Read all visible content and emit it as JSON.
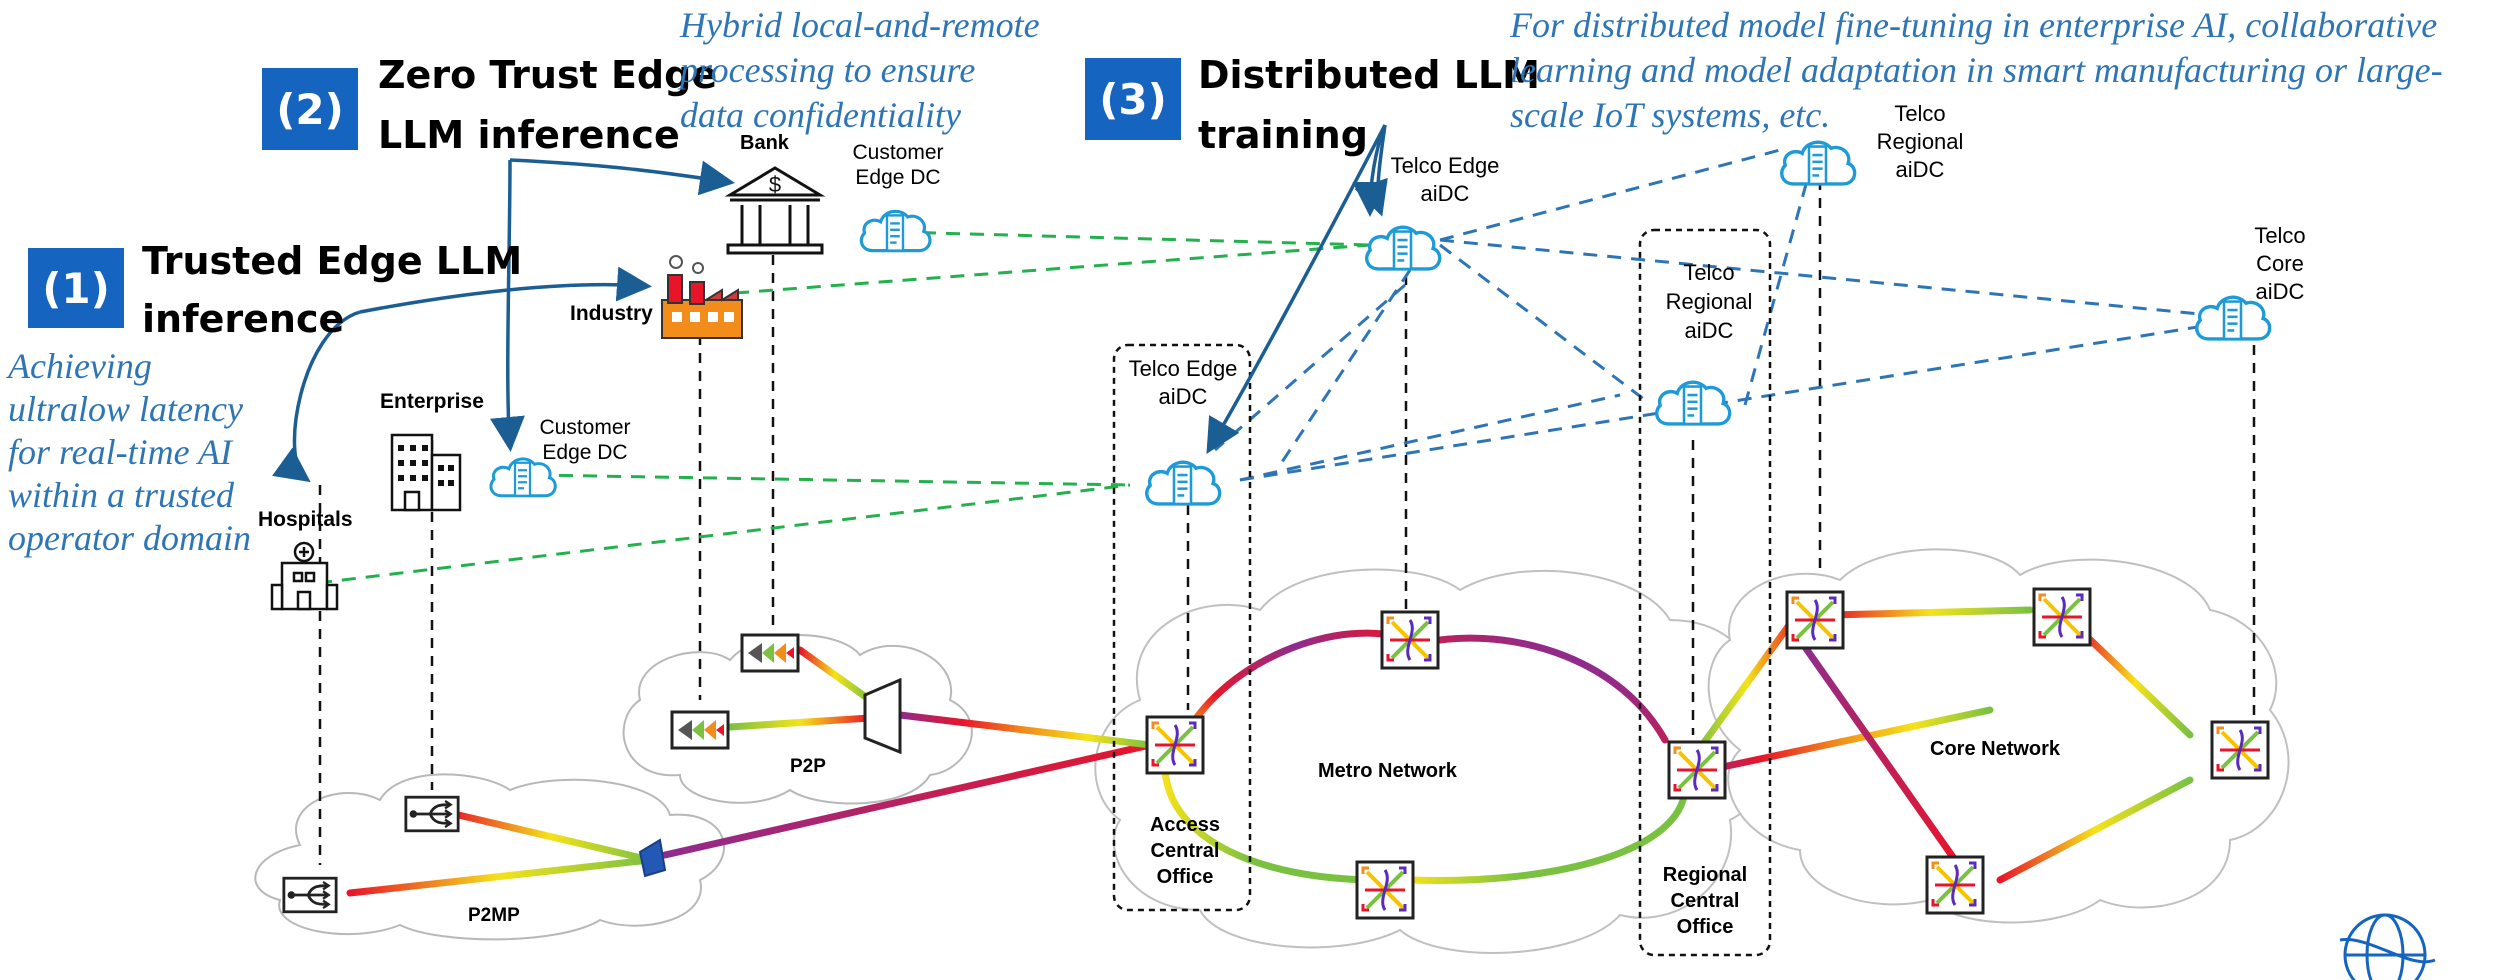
{
  "use_cases": [
    {
      "number": "(1)",
      "title_lines": [
        "Trusted Edge LLM",
        "inference"
      ],
      "note_lines": [
        "Achieving",
        "ultralow latency",
        "for real-time AI",
        "within a trusted",
        "operator domain"
      ]
    },
    {
      "number": "(2)",
      "title_lines": [
        "Zero Trust Edge",
        "LLM inference"
      ],
      "note_lines": [
        "Hybrid local-and-remote",
        "processing to ensure",
        "data confidentiality"
      ]
    },
    {
      "number": "(3)",
      "title_lines": [
        "Distributed LLM",
        "training"
      ],
      "note_lines": [
        "For distributed model fine-tuning in enterprise AI, collaborative",
        "learning and model adaptation in smart manufacturing or large-",
        "scale IoT systems, etc."
      ]
    }
  ],
  "sites": {
    "bank": "Bank",
    "industry": "Industry",
    "enterprise": "Enterprise",
    "hospitals": "Hospitals"
  },
  "datacenters": {
    "customer_edge_dc_top": [
      "Customer",
      "Edge DC"
    ],
    "customer_edge_dc_mid": [
      "Customer",
      "Edge DC"
    ],
    "telco_edge_aidc_top": [
      "Telco Edge",
      "aiDC"
    ],
    "telco_edge_aidc_co": [
      "Telco Edge",
      "aiDC"
    ],
    "telco_regional_aidc_top": [
      "Telco",
      "Regional",
      "aiDC"
    ],
    "telco_regional_aidc_co": [
      "Telco",
      "Regional",
      "aiDC"
    ],
    "telco_core_aidc": [
      "Telco",
      "Core",
      "aiDC"
    ]
  },
  "networks": {
    "p2p": "P2P",
    "p2mp": "P2MP",
    "metro": "Metro Network",
    "core": "Core Network",
    "access_co": [
      "Access",
      "Central",
      "Office"
    ],
    "regional_co": [
      "Regional",
      "Central",
      "Office"
    ]
  },
  "colors": {
    "accent_blue": "#1565c0",
    "note_blue": "#2e75b6",
    "green_dashed": "#22b14c",
    "blue_dashed": "#2e75b6",
    "cloud_icon": "#1e9bd7"
  }
}
